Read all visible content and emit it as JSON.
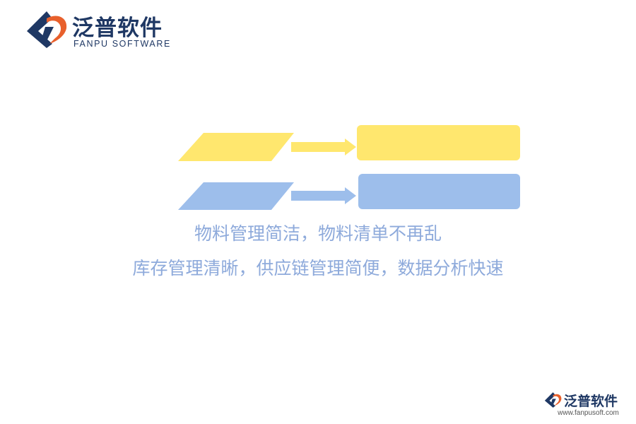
{
  "brand": {
    "name": "泛普软件",
    "subtitle": "FANPU SOFTWARE",
    "url": "www.fanpusoft.com"
  },
  "diagram": {
    "rows": [
      {
        "color": "#ffe76e",
        "arrow_color": "#ffe76e"
      },
      {
        "color": "#9dbeeb",
        "arrow_color": "#9dbeeb"
      }
    ]
  },
  "caption": {
    "line1": "物料管理简洁，物料清单不再乱",
    "line2": "库存管理清晰，供应链管理简便，数据分析快速",
    "color": "#8eaadb"
  },
  "colors": {
    "brand_navy": "#1f3864",
    "brand_orange": "#e8602c"
  },
  "icons": {
    "logo": "fanpu-logo-icon"
  }
}
